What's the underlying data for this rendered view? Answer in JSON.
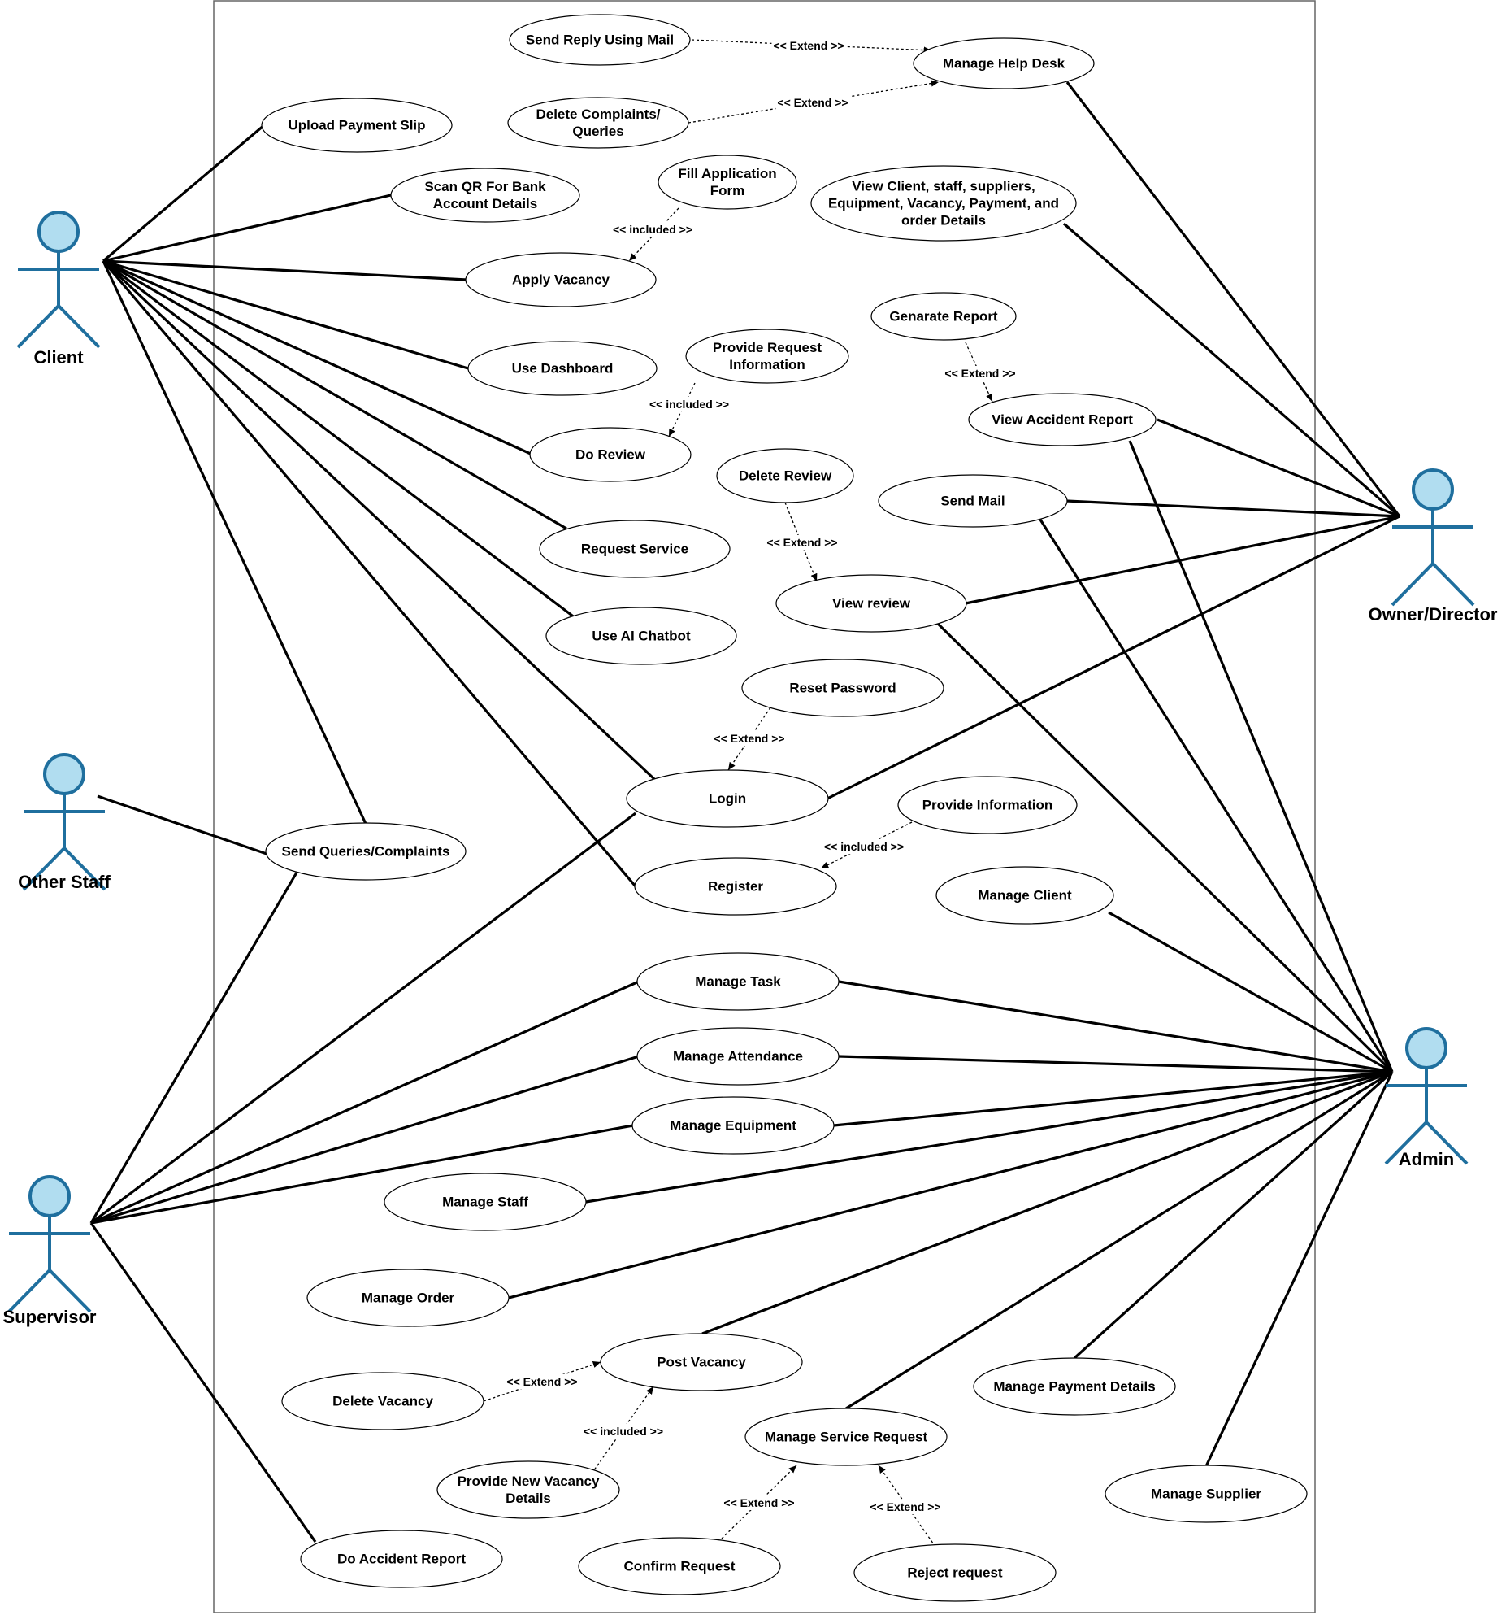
{
  "actors": [
    {
      "id": "client",
      "label": "Client"
    },
    {
      "id": "other_staff",
      "label": "Other Staff"
    },
    {
      "id": "supervisor",
      "label": "Supervisor"
    },
    {
      "id": "owner",
      "label": "Owner/Director"
    },
    {
      "id": "admin",
      "label": "Admin"
    }
  ],
  "use_cases": [
    {
      "id": "send_reply",
      "lines": [
        "Send Reply Using Mail"
      ]
    },
    {
      "id": "help_desk",
      "lines": [
        "Manage Help Desk"
      ]
    },
    {
      "id": "upload_slip",
      "lines": [
        "Upload Payment Slip"
      ]
    },
    {
      "id": "delete_complaints",
      "lines": [
        "Delete Complaints/",
        "Queries"
      ]
    },
    {
      "id": "scan_qr",
      "lines": [
        "Scan QR For Bank",
        "Account Details"
      ]
    },
    {
      "id": "fill_app",
      "lines": [
        "Fill Application",
        "Form"
      ]
    },
    {
      "id": "view_details",
      "lines": [
        "View Client, staff, suppliers,",
        "Equipment, Vacancy, Payment, and",
        "order Details"
      ]
    },
    {
      "id": "apply_vacancy",
      "lines": [
        "Apply Vacancy"
      ]
    },
    {
      "id": "gen_report",
      "lines": [
        "Genarate Report"
      ]
    },
    {
      "id": "provide_req_info",
      "lines": [
        "Provide Request",
        "Information"
      ]
    },
    {
      "id": "use_dashboard",
      "lines": [
        "Use Dashboard"
      ]
    },
    {
      "id": "view_accident",
      "lines": [
        "View Accident Report"
      ]
    },
    {
      "id": "do_review",
      "lines": [
        "Do Review"
      ]
    },
    {
      "id": "delete_review",
      "lines": [
        "Delete Review"
      ]
    },
    {
      "id": "send_mail",
      "lines": [
        "Send Mail"
      ]
    },
    {
      "id": "request_service",
      "lines": [
        "Request Service"
      ]
    },
    {
      "id": "view_review",
      "lines": [
        "View review"
      ]
    },
    {
      "id": "ai_chatbot",
      "lines": [
        "Use AI Chatbot"
      ]
    },
    {
      "id": "reset_password",
      "lines": [
        "Reset Password"
      ]
    },
    {
      "id": "login",
      "lines": [
        "Login"
      ]
    },
    {
      "id": "provide_info",
      "lines": [
        "Provide Information"
      ]
    },
    {
      "id": "send_queries",
      "lines": [
        "Send Queries/Complaints"
      ]
    },
    {
      "id": "register",
      "lines": [
        "Register"
      ]
    },
    {
      "id": "manage_client",
      "lines": [
        "Manage Client"
      ]
    },
    {
      "id": "manage_task",
      "lines": [
        "Manage Task"
      ]
    },
    {
      "id": "manage_attendance",
      "lines": [
        "Manage Attendance"
      ]
    },
    {
      "id": "manage_equipment",
      "lines": [
        "Manage Equipment"
      ]
    },
    {
      "id": "manage_staff",
      "lines": [
        "Manage Staff"
      ]
    },
    {
      "id": "manage_order",
      "lines": [
        "Manage Order"
      ]
    },
    {
      "id": "post_vacancy",
      "lines": [
        "Post Vacancy"
      ]
    },
    {
      "id": "manage_payment",
      "lines": [
        "Manage Payment Details"
      ]
    },
    {
      "id": "delete_vacancy",
      "lines": [
        "Delete Vacancy"
      ]
    },
    {
      "id": "manage_service_req",
      "lines": [
        "Manage Service Request"
      ]
    },
    {
      "id": "new_vacancy_details",
      "lines": [
        "Provide New Vacancy",
        "Details"
      ]
    },
    {
      "id": "manage_supplier",
      "lines": [
        "Manage Supplier"
      ]
    },
    {
      "id": "do_accident",
      "lines": [
        "Do Accident Report"
      ]
    },
    {
      "id": "confirm_request",
      "lines": [
        "Confirm Request"
      ]
    },
    {
      "id": "reject_request",
      "lines": [
        "Reject request"
      ]
    }
  ],
  "associations": [
    [
      "client",
      "upload_slip"
    ],
    [
      "client",
      "scan_qr"
    ],
    [
      "client",
      "apply_vacancy"
    ],
    [
      "client",
      "use_dashboard"
    ],
    [
      "client",
      "do_review"
    ],
    [
      "client",
      "request_service"
    ],
    [
      "client",
      "ai_chatbot"
    ],
    [
      "client",
      "login"
    ],
    [
      "client",
      "register"
    ],
    [
      "client",
      "send_queries"
    ],
    [
      "other_staff",
      "send_queries"
    ],
    [
      "supervisor",
      "send_queries"
    ],
    [
      "supervisor",
      "login"
    ],
    [
      "supervisor",
      "manage_task"
    ],
    [
      "supervisor",
      "manage_attendance"
    ],
    [
      "supervisor",
      "manage_equipment"
    ],
    [
      "supervisor",
      "do_accident"
    ],
    [
      "owner",
      "help_desk"
    ],
    [
      "owner",
      "view_details"
    ],
    [
      "owner",
      "view_accident"
    ],
    [
      "owner",
      "send_mail"
    ],
    [
      "owner",
      "view_review"
    ],
    [
      "owner",
      "login"
    ],
    [
      "admin",
      "view_accident"
    ],
    [
      "admin",
      "send_mail"
    ],
    [
      "admin",
      "view_review"
    ],
    [
      "admin",
      "manage_client"
    ],
    [
      "admin",
      "manage_task"
    ],
    [
      "admin",
      "manage_attendance"
    ],
    [
      "admin",
      "manage_equipment"
    ],
    [
      "admin",
      "manage_staff"
    ],
    [
      "admin",
      "manage_order"
    ],
    [
      "admin",
      "post_vacancy"
    ],
    [
      "admin",
      "manage_service_req"
    ],
    [
      "admin",
      "manage_payment"
    ],
    [
      "admin",
      "manage_supplier"
    ]
  ],
  "relationships": [
    {
      "from": "send_reply",
      "to": "help_desk",
      "label": "<< Extend >>"
    },
    {
      "from": "delete_complaints",
      "to": "help_desk",
      "label": "<< Extend >>"
    },
    {
      "from": "fill_app",
      "to": "apply_vacancy",
      "label": "<< included >>"
    },
    {
      "from": "gen_report",
      "to": "view_accident",
      "label": "<< Extend >>"
    },
    {
      "from": "provide_req_info",
      "to": "do_review",
      "label": "<< included >>"
    },
    {
      "from": "delete_review",
      "to": "view_review",
      "label": "<< Extend >>"
    },
    {
      "from": "reset_password",
      "to": "login",
      "label": "<< Extend >>"
    },
    {
      "from": "provide_info",
      "to": "register",
      "label": "<< included >>"
    },
    {
      "from": "delete_vacancy",
      "to": "post_vacancy",
      "label": "<< Extend >>"
    },
    {
      "from": "new_vacancy_details",
      "to": "post_vacancy",
      "label": "<< included >>"
    },
    {
      "from": "confirm_request",
      "to": "manage_service_req",
      "label": "<< Extend >>"
    },
    {
      "from": "reject_request",
      "to": "manage_service_req",
      "label": "<< Extend >>"
    }
  ],
  "colors": {
    "actor_stroke": "#1f6f9e",
    "actor_head_fill": "#b1ddf0",
    "line": "#000000",
    "boundary": "#666666"
  }
}
